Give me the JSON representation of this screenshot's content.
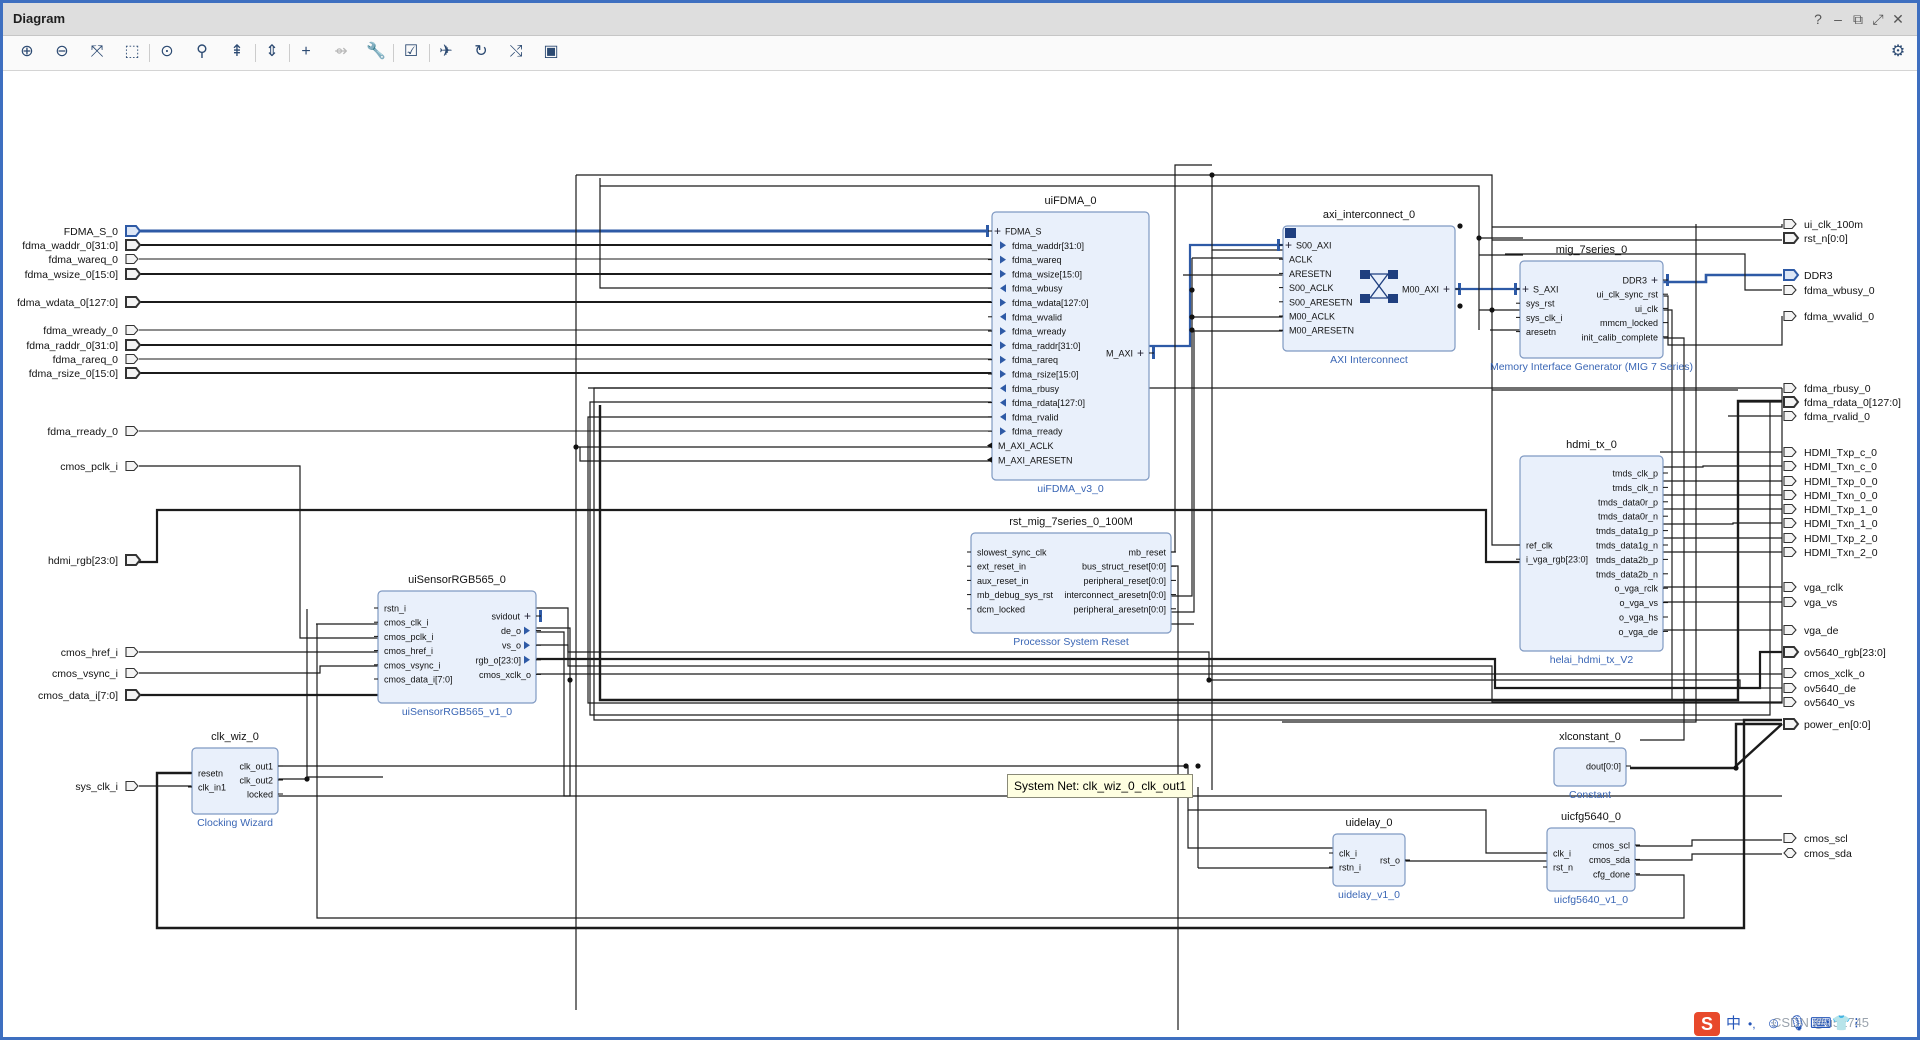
{
  "window": {
    "title": "Diagram",
    "controls": [
      "?",
      "–",
      "⧉",
      "⤢",
      "✕"
    ]
  },
  "toolbar": {
    "items": [
      {
        "name": "zoom-in-icon",
        "glyph": "⊕",
        "enabled": true
      },
      {
        "name": "zoom-out-icon",
        "glyph": "⊖",
        "enabled": true
      },
      {
        "name": "zoom-fit-icon",
        "glyph": "⤧",
        "enabled": true
      },
      {
        "name": "zoom-area-icon",
        "glyph": "⬚",
        "enabled": true
      },
      {
        "name": "auto-fit-selection-icon",
        "glyph": "⊙",
        "enabled": true
      },
      {
        "name": "search-icon",
        "glyph": "⚲",
        "enabled": true
      },
      {
        "name": "collapse-all-icon",
        "glyph": "⇞",
        "enabled": true
      },
      {
        "name": "expand-all-icon",
        "glyph": "⇕",
        "enabled": true
      },
      {
        "name": "add-ip-icon",
        "glyph": "+",
        "enabled": true
      },
      {
        "name": "make-connection-icon",
        "glyph": "⇴",
        "enabled": false
      },
      {
        "name": "customize-wrench-icon",
        "glyph": "🔧",
        "enabled": false
      },
      {
        "name": "validate-design-icon",
        "glyph": "☑",
        "enabled": true
      },
      {
        "name": "run-automation-icon",
        "glyph": "✈",
        "enabled": true
      },
      {
        "name": "regenerate-layout-icon",
        "glyph": "↻",
        "enabled": true
      },
      {
        "name": "optimize-routing-icon",
        "glyph": "⤭",
        "enabled": true
      },
      {
        "name": "chip-icon",
        "glyph": "▣",
        "enabled": true
      }
    ],
    "settings_icon": "⚙"
  },
  "left_ports": [
    {
      "label": "FDMA_S_0",
      "kind": "bus"
    },
    {
      "label": "fdma_waddr_0[31:0]",
      "kind": "vec"
    },
    {
      "label": "fdma_wareq_0",
      "kind": "single"
    },
    {
      "label": "fdma_wsize_0[15:0]",
      "kind": "vec"
    },
    {
      "label": "fdma_wdata_0[127:0]",
      "kind": "vec"
    },
    {
      "label": "fdma_wready_0",
      "kind": "single"
    },
    {
      "label": "fdma_raddr_0[31:0]",
      "kind": "vec"
    },
    {
      "label": "fdma_rareq_0",
      "kind": "single"
    },
    {
      "label": "fdma_rsize_0[15:0]",
      "kind": "vec"
    },
    {
      "label": "fdma_rready_0",
      "kind": "single"
    },
    {
      "label": "cmos_pclk_i",
      "kind": "single"
    },
    {
      "label": "hdmi_rgb[23:0]",
      "kind": "vec"
    },
    {
      "label": "cmos_href_i",
      "kind": "single"
    },
    {
      "label": "cmos_vsync_i",
      "kind": "single"
    },
    {
      "label": "cmos_data_i[7:0]",
      "kind": "vec"
    },
    {
      "label": "sys_clk_i",
      "kind": "single"
    }
  ],
  "right_ports": [
    {
      "label": "ui_clk_100m",
      "kind": "single"
    },
    {
      "label": "rst_n[0:0]",
      "kind": "vec"
    },
    {
      "label": "DDR3",
      "kind": "bus"
    },
    {
      "label": "fdma_wbusy_0",
      "kind": "single"
    },
    {
      "label": "fdma_wvalid_0",
      "kind": "single"
    },
    {
      "label": "fdma_rbusy_0",
      "kind": "single"
    },
    {
      "label": "fdma_rdata_0[127:0]",
      "kind": "vec"
    },
    {
      "label": "fdma_rvalid_0",
      "kind": "single"
    },
    {
      "label": "HDMI_Txp_c_0",
      "kind": "single"
    },
    {
      "label": "HDMI_Txn_c_0",
      "kind": "single"
    },
    {
      "label": "HDMI_Txp_0_0",
      "kind": "single"
    },
    {
      "label": "HDMI_Txn_0_0",
      "kind": "single"
    },
    {
      "label": "HDMI_Txp_1_0",
      "kind": "single"
    },
    {
      "label": "HDMI_Txn_1_0",
      "kind": "single"
    },
    {
      "label": "HDMI_Txp_2_0",
      "kind": "single"
    },
    {
      "label": "HDMI_Txn_2_0",
      "kind": "single"
    },
    {
      "label": "vga_rclk",
      "kind": "single"
    },
    {
      "label": "vga_vs",
      "kind": "single"
    },
    {
      "label": "vga_de",
      "kind": "single"
    },
    {
      "label": "ov5640_rgb[23:0]",
      "kind": "vec"
    },
    {
      "label": "cmos_xclk_o",
      "kind": "single"
    },
    {
      "label": "ov5640_de",
      "kind": "single"
    },
    {
      "label": "ov5640_vs",
      "kind": "single"
    },
    {
      "label": "power_en[0:0]",
      "kind": "vec"
    },
    {
      "label": "cmos_scl",
      "kind": "single"
    },
    {
      "label": "cmos_sda",
      "kind": "inout"
    }
  ],
  "blocks": [
    {
      "id": "uifdma",
      "instance": "uiFDMA_0",
      "type": "uiFDMA_v3_0",
      "left": [
        {
          "t": "FDMA_S",
          "m": "bus"
        },
        {
          "t": "fdma_waddr[31:0]",
          "m": "in"
        },
        {
          "t": "fdma_wareq",
          "m": "in"
        },
        {
          "t": "fdma_wsize[15:0]",
          "m": "in"
        },
        {
          "t": "fdma_wbusy",
          "m": "out"
        },
        {
          "t": "fdma_wdata[127:0]",
          "m": "in"
        },
        {
          "t": "fdma_wvalid",
          "m": "out"
        },
        {
          "t": "fdma_wready",
          "m": "in"
        },
        {
          "t": "fdma_raddr[31:0]",
          "m": "in"
        },
        {
          "t": "fdma_rareq",
          "m": "in"
        },
        {
          "t": "fdma_rsize[15:0]",
          "m": "in"
        },
        {
          "t": "fdma_rbusy",
          "m": "out"
        },
        {
          "t": "fdma_rdata[127:0]",
          "m": "out"
        },
        {
          "t": "fdma_rvalid",
          "m": "out"
        },
        {
          "t": "fdma_rready",
          "m": "in"
        },
        {
          "t": "M_AXI_ACLK",
          "m": "clk"
        },
        {
          "t": "M_AXI_ARESETN",
          "m": "rst"
        }
      ],
      "right": [
        {
          "t": "M_AXI",
          "m": "bus"
        }
      ]
    },
    {
      "id": "axi",
      "instance": "axi_interconnect_0",
      "type": "AXI Interconnect",
      "left": [
        {
          "t": "S00_AXI",
          "m": "bus"
        },
        {
          "t": "ACLK",
          "m": "plain"
        },
        {
          "t": "ARESETN",
          "m": "plain"
        },
        {
          "t": "S00_ACLK",
          "m": "plain"
        },
        {
          "t": "S00_ARESETN",
          "m": "plain"
        },
        {
          "t": "M00_ACLK",
          "m": "plain"
        },
        {
          "t": "M00_ARESETN",
          "m": "plain"
        }
      ],
      "right": [
        {
          "t": "M00_AXI",
          "m": "bus"
        }
      ]
    },
    {
      "id": "mig",
      "instance": "mig_7series_0",
      "type": "Memory Interface Generator (MIG 7 Series)",
      "left": [
        {
          "t": "S_AXI",
          "m": "bus"
        },
        {
          "t": "sys_rst",
          "m": "plain"
        },
        {
          "t": "sys_clk_i",
          "m": "plain"
        },
        {
          "t": "aresetn",
          "m": "plain"
        }
      ],
      "right": [
        {
          "t": "DDR3",
          "m": "bus"
        },
        {
          "t": "ui_clk_sync_rst",
          "m": "plain"
        },
        {
          "t": "ui_clk",
          "m": "plain"
        },
        {
          "t": "mmcm_locked",
          "m": "plain"
        },
        {
          "t": "init_calib_complete",
          "m": "plain"
        }
      ]
    },
    {
      "id": "hdmi",
      "instance": "hdmi_tx_0",
      "type": "helai_hdmi_tx_V2",
      "left": [
        {
          "t": "ref_clk",
          "m": "plain"
        },
        {
          "t": "i_vga_rgb[23:0]",
          "m": "plain"
        }
      ],
      "right": [
        {
          "t": "tmds_clk_p",
          "m": "plain"
        },
        {
          "t": "tmds_clk_n",
          "m": "plain"
        },
        {
          "t": "tmds_data0r_p",
          "m": "plain"
        },
        {
          "t": "tmds_data0r_n",
          "m": "plain"
        },
        {
          "t": "tmds_data1g_p",
          "m": "plain"
        },
        {
          "t": "tmds_data1g_n",
          "m": "plain"
        },
        {
          "t": "tmds_data2b_p",
          "m": "plain"
        },
        {
          "t": "tmds_data2b_n",
          "m": "plain"
        },
        {
          "t": "o_vga_rclk",
          "m": "plain"
        },
        {
          "t": "o_vga_vs",
          "m": "plain"
        },
        {
          "t": "o_vga_hs",
          "m": "plain"
        },
        {
          "t": "o_vga_de",
          "m": "plain"
        }
      ]
    },
    {
      "id": "rst",
      "instance": "rst_mig_7series_0_100M",
      "type": "Processor System Reset",
      "left": [
        {
          "t": "slowest_sync_clk",
          "m": "plain"
        },
        {
          "t": "ext_reset_in",
          "m": "plain"
        },
        {
          "t": "aux_reset_in",
          "m": "plain"
        },
        {
          "t": "mb_debug_sys_rst",
          "m": "plain"
        },
        {
          "t": "dcm_locked",
          "m": "plain"
        }
      ],
      "right": [
        {
          "t": "mb_reset",
          "m": "plain"
        },
        {
          "t": "bus_struct_reset[0:0]",
          "m": "plain"
        },
        {
          "t": "peripheral_reset[0:0]",
          "m": "plain"
        },
        {
          "t": "interconnect_aresetn[0:0]",
          "m": "plain"
        },
        {
          "t": "peripheral_aresetn[0:0]",
          "m": "plain"
        }
      ]
    },
    {
      "id": "sensor",
      "instance": "uiSensorRGB565_0",
      "type": "uiSensorRGB565_v1_0",
      "left": [
        {
          "t": "rstn_i",
          "m": "plain"
        },
        {
          "t": "cmos_clk_i",
          "m": "plain"
        },
        {
          "t": "cmos_pclk_i",
          "m": "plain"
        },
        {
          "t": "cmos_href_i",
          "m": "plain"
        },
        {
          "t": "cmos_vsync_i",
          "m": "plain"
        },
        {
          "t": "cmos_data_i[7:0]",
          "m": "plain"
        }
      ],
      "right": [
        {
          "t": "svidout",
          "m": "bus"
        },
        {
          "t": "de_o",
          "m": "out"
        },
        {
          "t": "vs_o",
          "m": "out"
        },
        {
          "t": "rgb_o[23:0]",
          "m": "out"
        },
        {
          "t": "cmos_xclk_o",
          "m": "plain"
        }
      ]
    },
    {
      "id": "clkwiz",
      "instance": "clk_wiz_0",
      "type": "Clocking Wizard",
      "left": [
        {
          "t": "resetn",
          "m": "plain"
        },
        {
          "t": "clk_in1",
          "m": "plain"
        }
      ],
      "right": [
        {
          "t": "clk_out1",
          "m": "plain"
        },
        {
          "t": "clk_out2",
          "m": "plain"
        },
        {
          "t": "locked",
          "m": "plain"
        }
      ]
    },
    {
      "id": "xlconst",
      "instance": "xlconstant_0",
      "type": "Constant",
      "left": [],
      "right": [
        {
          "t": "dout[0:0]",
          "m": "plain"
        }
      ]
    },
    {
      "id": "uidelay",
      "instance": "uidelay_0",
      "type": "uidelay_v1_0",
      "left": [
        {
          "t": "clk_i",
          "m": "plain"
        },
        {
          "t": "rstn_i",
          "m": "plain"
        }
      ],
      "right": [
        {
          "t": "rst_o",
          "m": "plain"
        }
      ]
    },
    {
      "id": "uicfg",
      "instance": "uicfg5640_0",
      "type": "uicfg5640_v1_0",
      "left": [
        {
          "t": "clk_i",
          "m": "plain"
        },
        {
          "t": "rst_n",
          "m": "plain"
        }
      ],
      "right": [
        {
          "t": "cmos_scl",
          "m": "plain"
        },
        {
          "t": "cmos_sda",
          "m": "plain"
        },
        {
          "t": "cfg_done",
          "m": "plain"
        }
      ]
    }
  ],
  "tooltip": "System Net: clk_wiz_0_clk_out1",
  "tray": {
    "ime_label": "S",
    "lang": "中",
    "icons": [
      "•,",
      "☺",
      "🎙",
      "⌨",
      "👕",
      "⁝"
    ],
    "watermark": "CSDN @u52745"
  }
}
